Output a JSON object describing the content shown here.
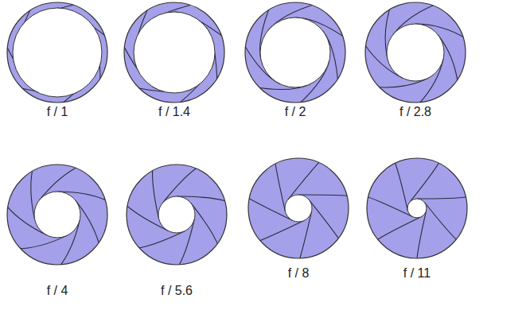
{
  "diagram": {
    "labels": [
      "f / 1",
      "f / 1.4",
      "f / 2",
      "f / 2.8",
      "f / 4",
      "f / 5.6",
      "f / 8",
      "f / 11"
    ]
  }
}
